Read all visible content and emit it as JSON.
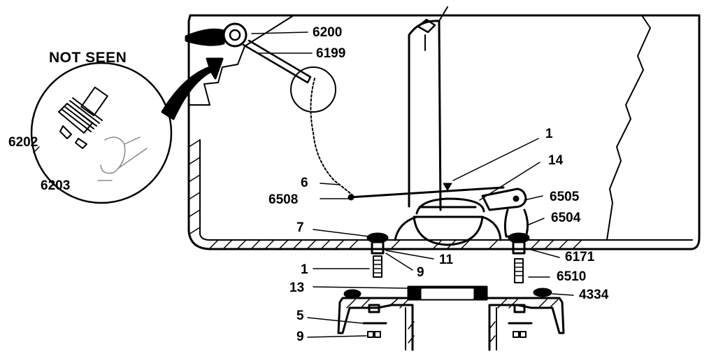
{
  "callout": {
    "title": "NOT SEEN"
  },
  "labels": {
    "p6200": "6200",
    "p6199": "6199",
    "p6202": "6202",
    "p6203": "6203",
    "p6": "6",
    "p6508": "6508",
    "p1_top": "1",
    "p14": "14",
    "p6505": "6505",
    "p6504": "6504",
    "p7": "7",
    "p11": "11",
    "p6171": "6171",
    "p1_bottom": "1",
    "p9_mid": "9",
    "p6510": "6510",
    "p13": "13",
    "p4334": "4334",
    "p5": "5",
    "p9_bottom": "9"
  }
}
